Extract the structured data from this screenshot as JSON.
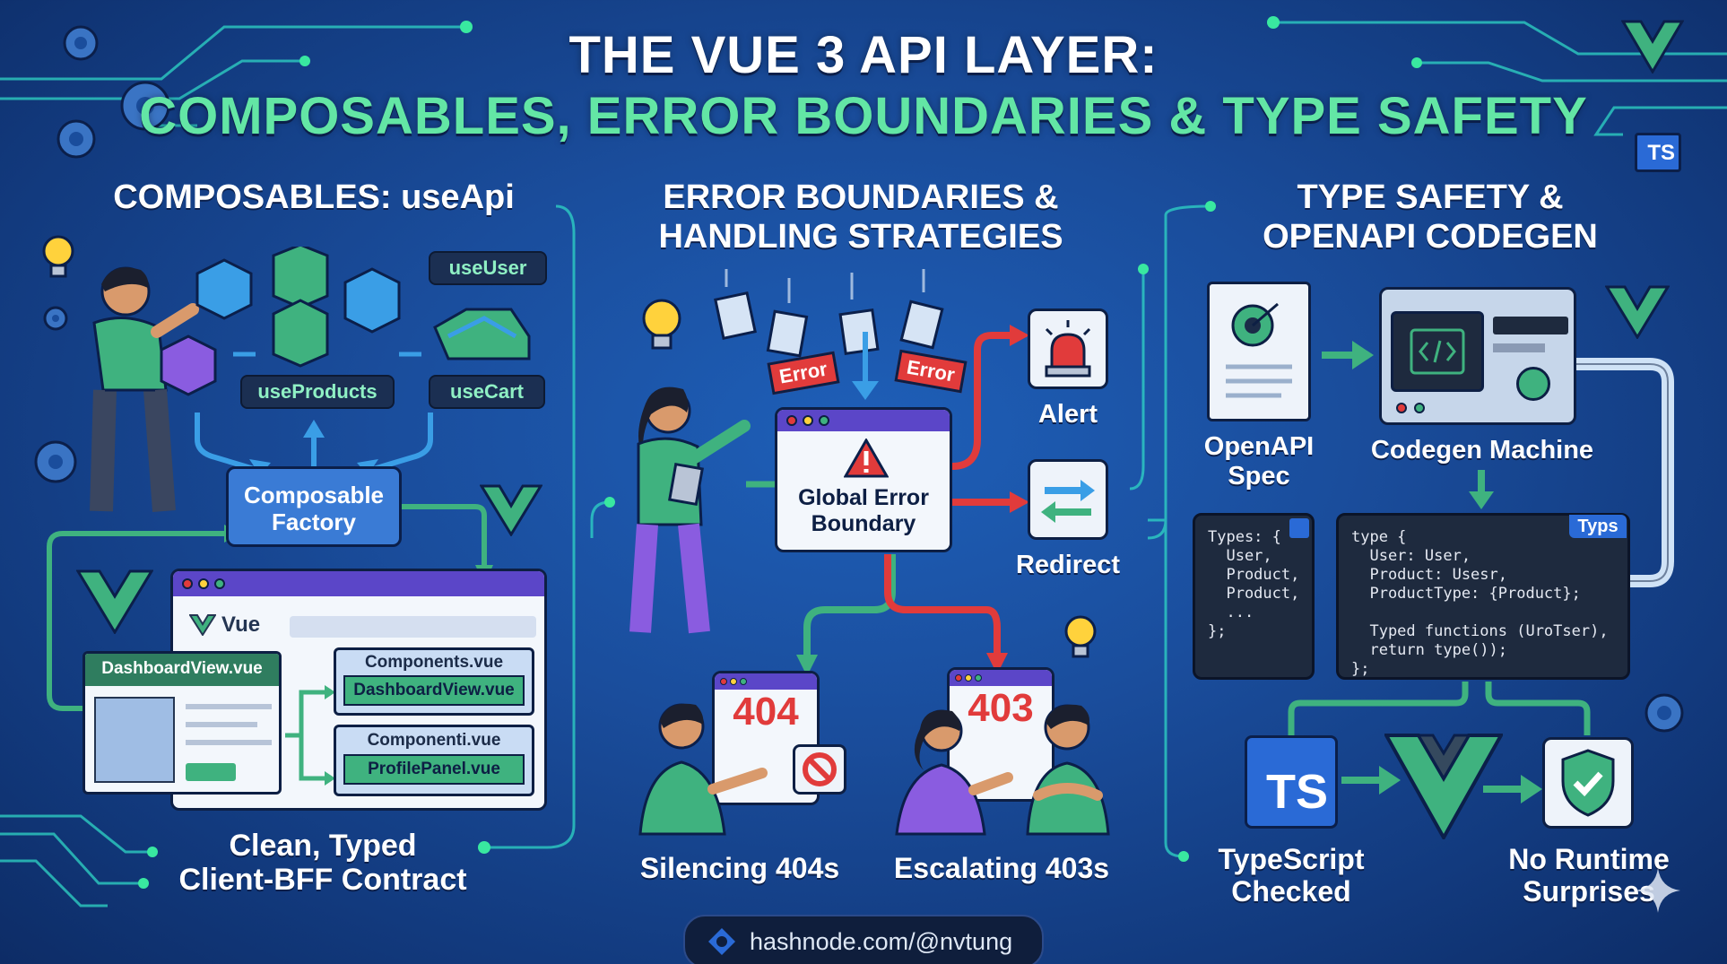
{
  "title": {
    "line1": "THE VUE 3 API LAYER:",
    "line2": "COMPOSABLES, ERROR BOUNDARIES & TYPE SAFETY"
  },
  "badge_ts": "TS",
  "composables": {
    "heading": "COMPOSABLES: useApi",
    "tags": {
      "use_user": "useUser",
      "use_products": "useProducts",
      "use_cart": "useCart"
    },
    "factory": "Composable Factory",
    "window": {
      "logo_text": "Vue",
      "dashboard": "DashboardView.vue",
      "components_a": "Components.vue",
      "components_a_child": "DashboardView.vue",
      "components_b": "Componenti.vue",
      "components_b_child": "ProfilePanel.vue"
    },
    "caption": [
      "Clean, Typed",
      "Client-BFF Contract"
    ]
  },
  "errors": {
    "heading": [
      "ERROR BOUNDARIES &",
      "HANDLING STRATEGIES"
    ],
    "error_flag": "Error",
    "boundary": [
      "Global Error",
      "Boundary"
    ],
    "alert": "Alert",
    "redirect": "Redirect",
    "code_404": "404",
    "code_403": "403",
    "silencing": "Silencing 404s",
    "escalating": "Escalating 403s"
  },
  "types": {
    "heading": [
      "TYPE SAFETY &",
      "OPENAPI CODEGEN"
    ],
    "spec": [
      "OpenAPI",
      "Spec"
    ],
    "machine": "Codegen Machine",
    "code_left": "Types: {\n  User,\n  Product,\n  Product,\n  ...\n};",
    "code_right_tag": "Typs",
    "code_right": "type {\n  User: User,\n  Product: Usesr,\n  ProductType: {Product};\n\n  Typed functions (UroTser),\n  return type());\n};",
    "ts_icon": "TS",
    "ts_checked": [
      "TypeScript",
      "Checked"
    ],
    "no_surprises": [
      "No Runtime",
      "Surprises"
    ]
  },
  "footer": "hashnode.com/@nvtung",
  "colors": {
    "background": "#1a4d9c",
    "accent_green": "#63e6a5",
    "vue_green": "#3fb27f",
    "vue_dark": "#35495e",
    "error_red": "#e13b3b",
    "window_purple": "#5b46c8"
  }
}
